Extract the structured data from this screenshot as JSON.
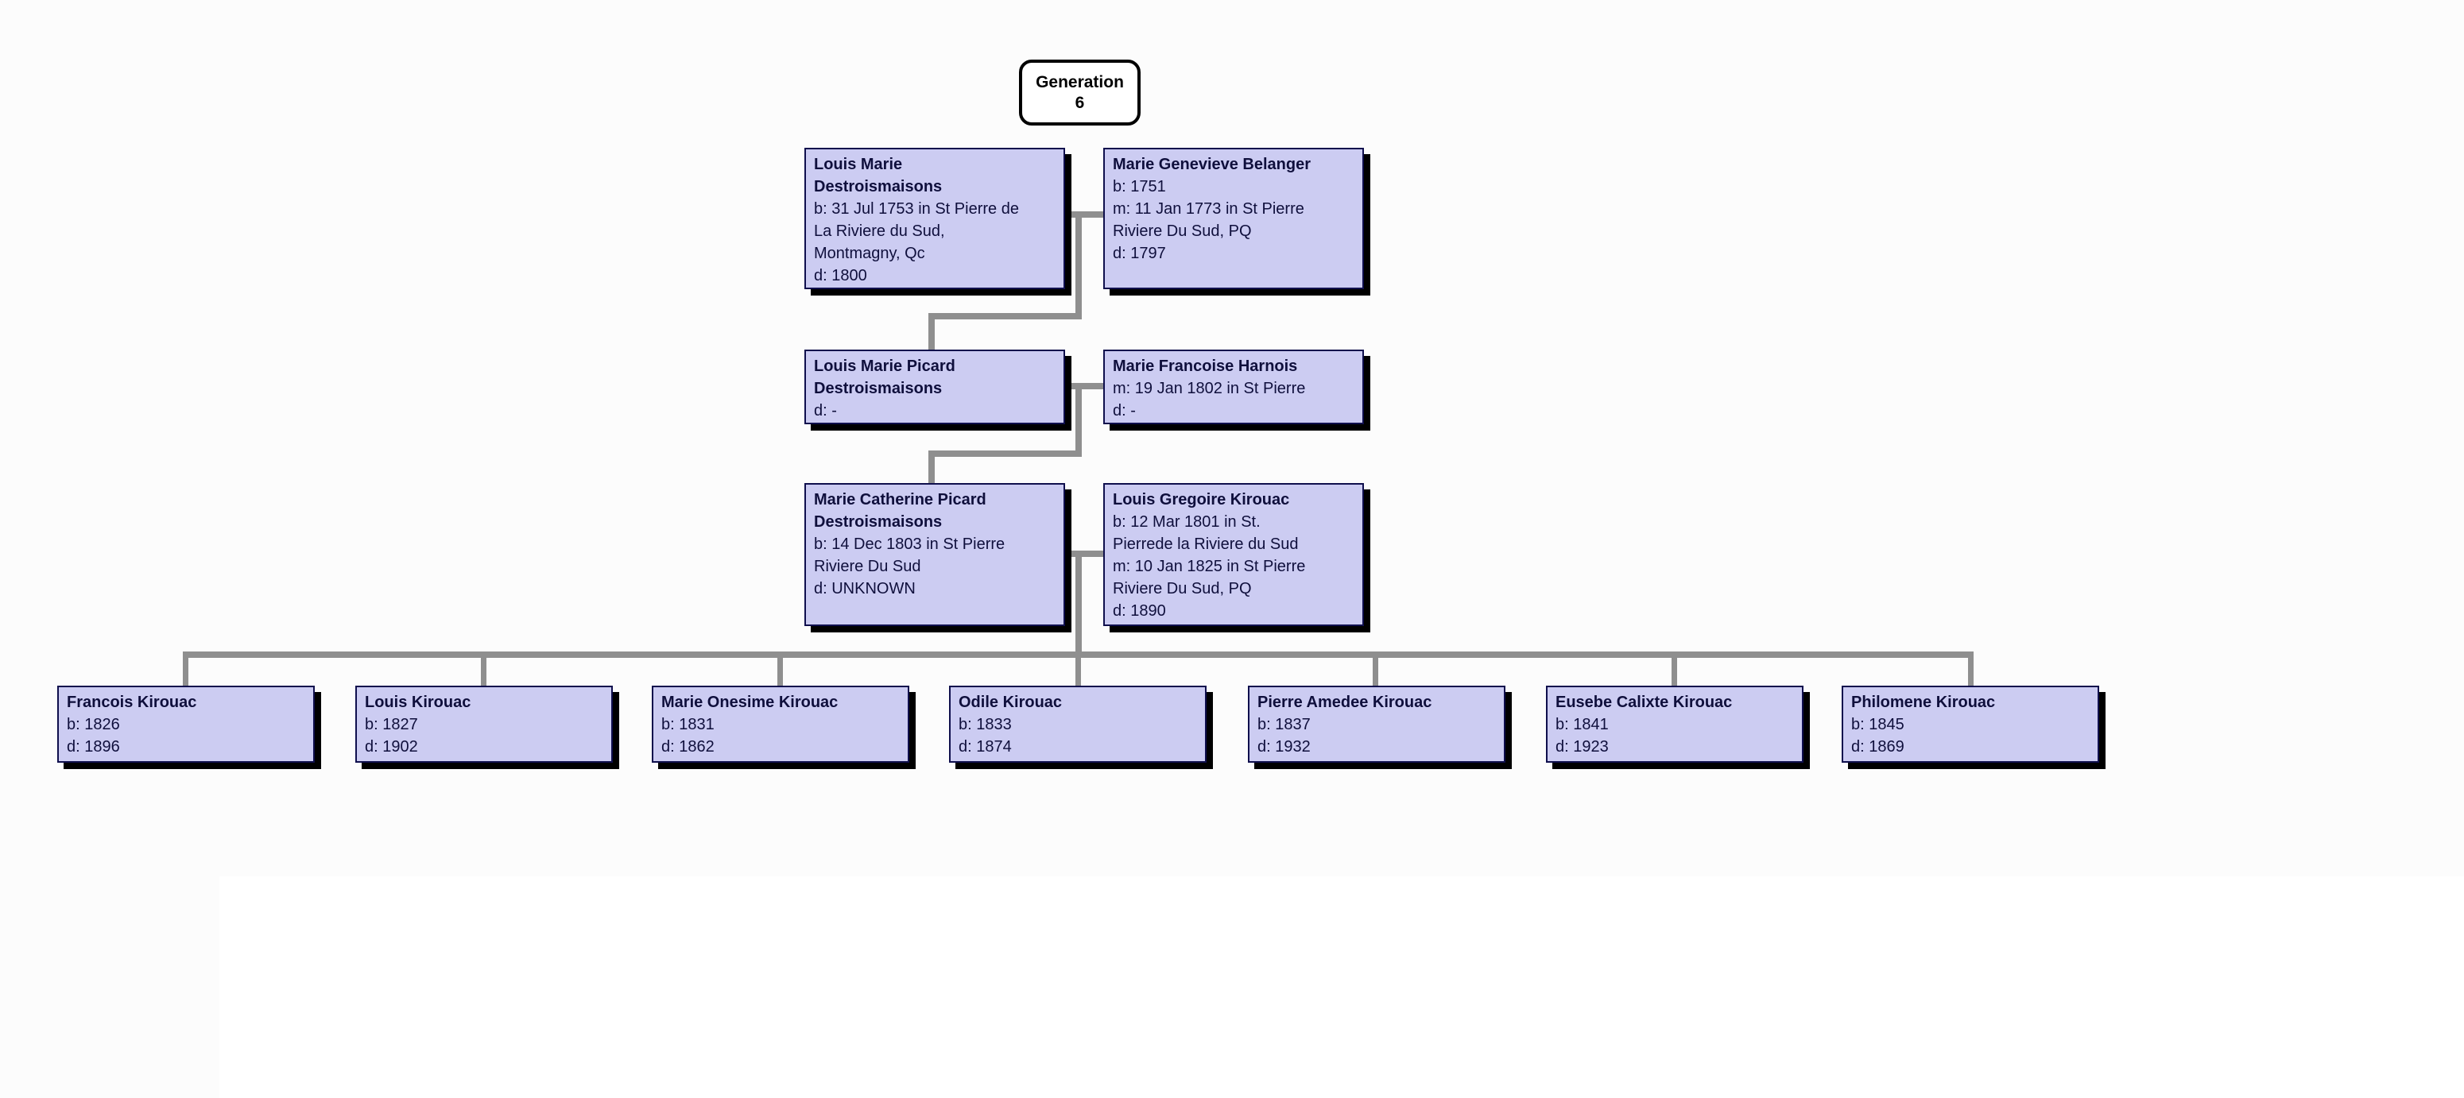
{
  "colors": {
    "background": "#fcfcfc",
    "paper_white": "#ffffff",
    "box_fill": "#ccccf2",
    "box_border": "#0f0f4d",
    "box_shadow": "#000000",
    "connector_gray": "#8f8f8f",
    "text": "#0f0f3c"
  },
  "generation_label": {
    "lines": [
      "Generation",
      "6"
    ]
  },
  "tree": {
    "couples": [
      {
        "left": {
          "name_lines": [
            "Louis Marie",
            "Destroismaisons"
          ],
          "detail_lines": [
            "b: 31 Jul 1753 in St Pierre de",
            "La Riviere du Sud,",
            "Montmagny, Qc",
            "d: 1800"
          ]
        },
        "right": {
          "name_lines": [
            "Marie Genevieve Belanger"
          ],
          "detail_lines": [
            "b: 1751",
            "m: 11 Jan 1773 in St Pierre",
            "Riviere Du Sud, PQ",
            "d: 1797"
          ]
        }
      },
      {
        "left": {
          "name_lines": [
            "Louis Marie Picard",
            "Destroismaisons"
          ],
          "detail_lines": [
            "d: -"
          ]
        },
        "right": {
          "name_lines": [
            "Marie Francoise Harnois"
          ],
          "detail_lines": [
            "m: 19 Jan 1802 in St Pierre",
            "d: -"
          ]
        }
      },
      {
        "left": {
          "name_lines": [
            "Marie Catherine Picard",
            "Destroismaisons"
          ],
          "detail_lines": [
            "b: 14 Dec 1803 in St Pierre",
            "Riviere Du Sud",
            "d: UNKNOWN"
          ]
        },
        "right": {
          "name_lines": [
            "Louis Gregoire Kirouac"
          ],
          "detail_lines": [
            "b: 12 Mar 1801 in St.",
            "Pierrede la Riviere du Sud",
            "m: 10 Jan 1825 in St Pierre",
            "Riviere Du Sud, PQ",
            "d: 1890"
          ]
        }
      }
    ],
    "children": [
      {
        "name_lines": [
          "Francois Kirouac"
        ],
        "detail_lines": [
          "b: 1826",
          "d: 1896"
        ]
      },
      {
        "name_lines": [
          "Louis Kirouac"
        ],
        "detail_lines": [
          "b: 1827",
          "d: 1902"
        ]
      },
      {
        "name_lines": [
          "Marie Onesime Kirouac"
        ],
        "detail_lines": [
          "b: 1831",
          "d: 1862"
        ]
      },
      {
        "name_lines": [
          "Odile Kirouac"
        ],
        "detail_lines": [
          "b: 1833",
          "d: 1874"
        ]
      },
      {
        "name_lines": [
          "Pierre Amedee Kirouac"
        ],
        "detail_lines": [
          "b: 1837",
          "d: 1932"
        ]
      },
      {
        "name_lines": [
          "Eusebe Calixte Kirouac"
        ],
        "detail_lines": [
          "b: 1841",
          "d: 1923"
        ]
      },
      {
        "name_lines": [
          "Philomene Kirouac"
        ],
        "detail_lines": [
          "b: 1845",
          "d: 1869"
        ]
      }
    ]
  }
}
